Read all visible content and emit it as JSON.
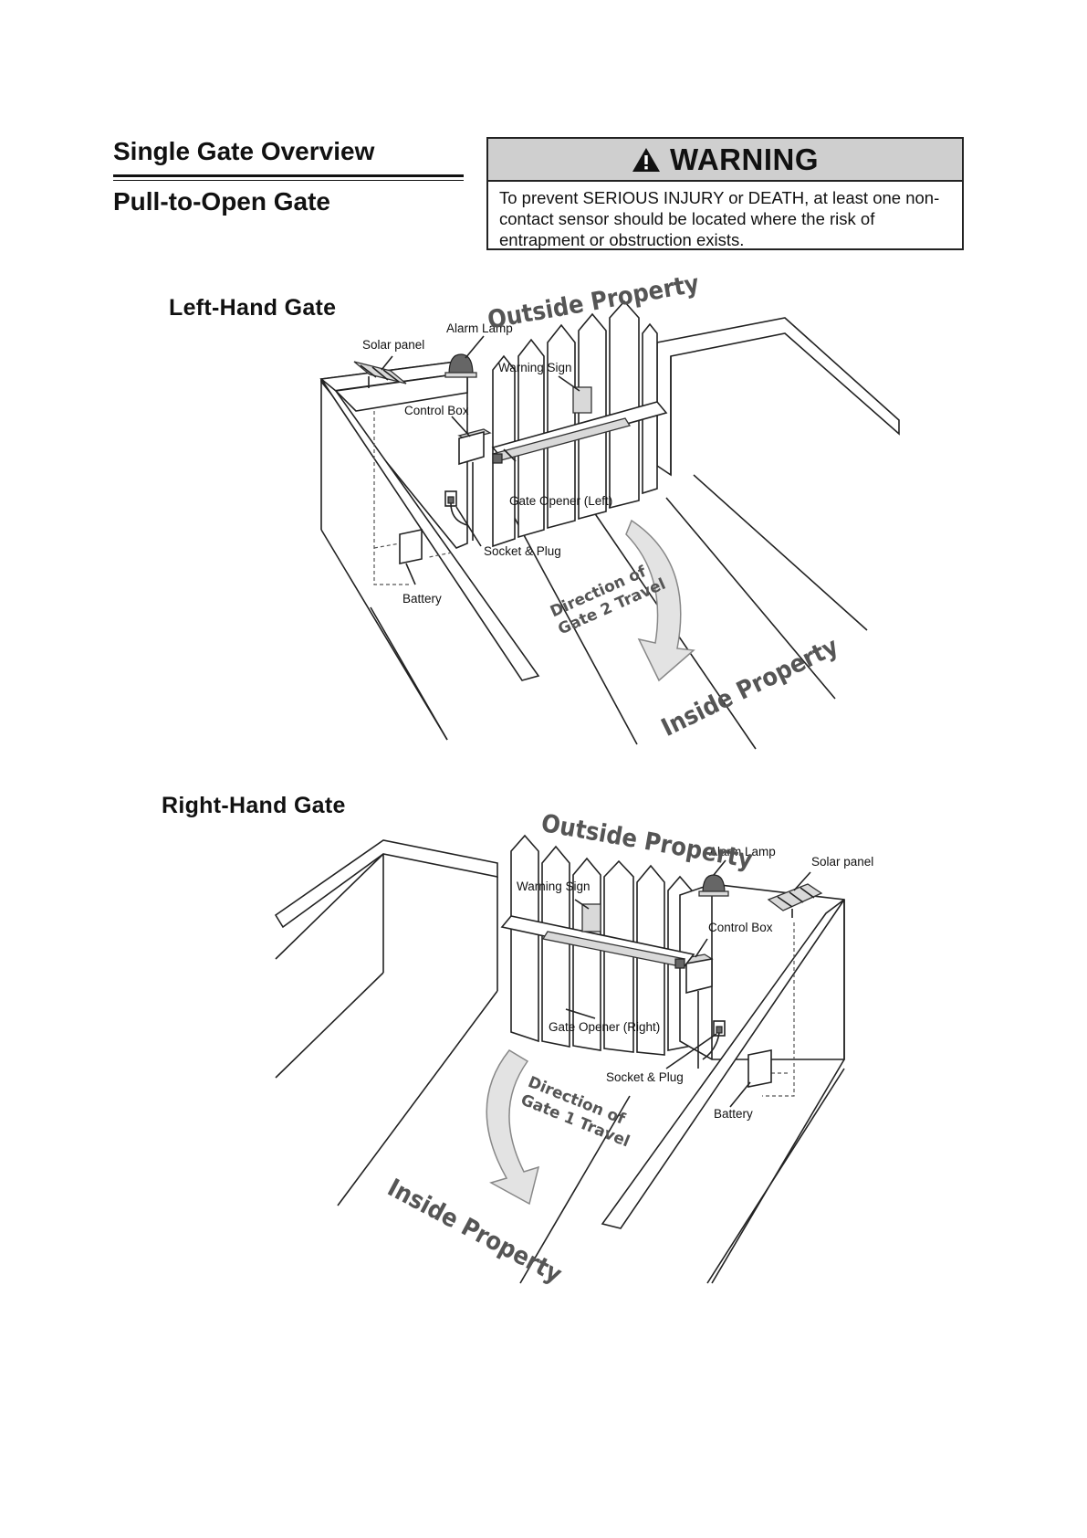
{
  "header": {
    "title": "Single Gate Overview",
    "subtitle": "Pull-to-Open Gate"
  },
  "warning": {
    "icon": "warning-triangle-icon",
    "title": "WARNING",
    "text": "To prevent SERIOUS INJURY or DEATH, at least one non-contact sensor should be located where the risk of entrapment or obstruction exists."
  },
  "left_gate": {
    "title": "Left-Hand Gate",
    "outside": "Outside Property",
    "inside": "Inside Property",
    "direction_line1": "Direction of",
    "direction_line2": "Gate 2 Travel",
    "labels": {
      "solar_panel": "Solar panel",
      "alarm_lamp": "Alarm Lamp",
      "warning_sign": "Warning Sign",
      "control_box": "Control Box",
      "gate_opener": "Gate Opener (Left)",
      "socket_plug": "Socket & Plug",
      "battery": "Battery"
    }
  },
  "right_gate": {
    "title": "Right-Hand Gate",
    "outside": "Outside Property",
    "inside": "Inside Property",
    "direction_line1": "Direction of",
    "direction_line2": "Gate 1 Travel",
    "labels": {
      "alarm_lamp": "Alarm Lamp",
      "solar_panel": "Solar panel",
      "warning_sign": "Warning Sign",
      "control_box": "Control Box",
      "gate_opener": "Gate Opener (Right)",
      "socket_plug": "Socket & Plug",
      "battery": "Battery"
    }
  }
}
